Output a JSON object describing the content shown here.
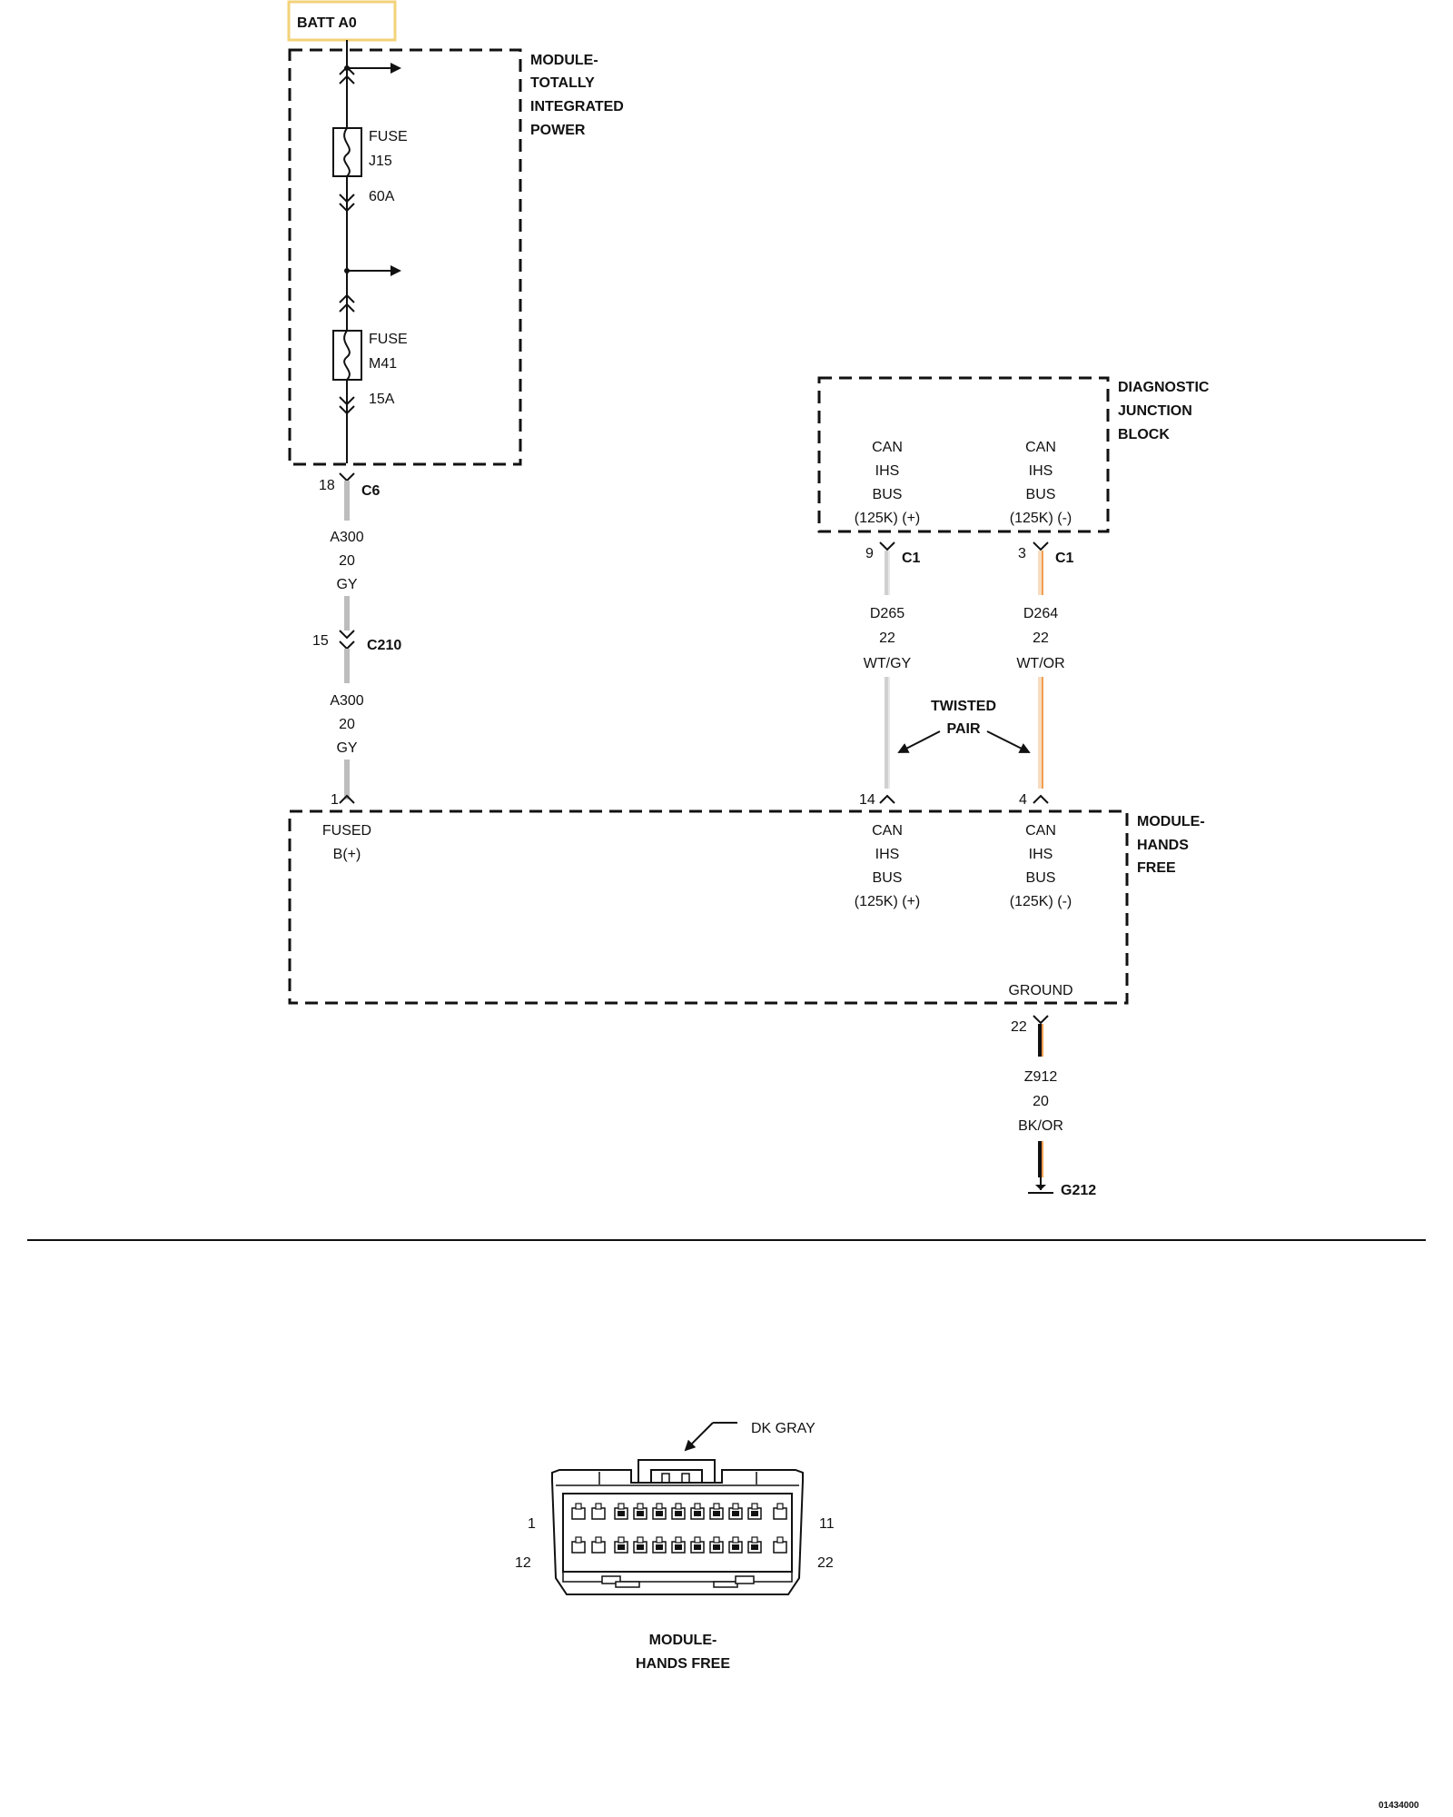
{
  "colors": {
    "ink": "#111111",
    "gray_wire": "#bdbdbd",
    "light_gray_wire": "#d0d0d0",
    "white_wire": "#ffffff",
    "orange_stripe": "#f0a050",
    "black_wire": "#111111",
    "batt_box_border": "#f3d27a"
  },
  "batt": {
    "label": "BATT A0"
  },
  "tipm": {
    "name_lines": [
      "MODULE-",
      "TOTALLY",
      "INTEGRATED",
      "POWER"
    ],
    "fuse_j15": {
      "lines": [
        "FUSE",
        "J15"
      ],
      "rating": "60A"
    },
    "fuse_m41": {
      "lines": [
        "FUSE",
        "M41"
      ],
      "rating": "15A"
    },
    "pin": "18",
    "connector": "C6"
  },
  "wire_a300_upper": {
    "lines": [
      "A300",
      "20",
      "GY"
    ]
  },
  "inline_connector": {
    "pin": "15",
    "name": "C210"
  },
  "wire_a300_lower": {
    "lines": [
      "A300",
      "20",
      "GY"
    ]
  },
  "djb": {
    "name_lines": [
      "DIAGNOSTIC",
      "JUNCTION",
      "BLOCK"
    ],
    "pos_lines": [
      "CAN",
      "IHS",
      "BUS",
      "(125K) (+)"
    ],
    "neg_lines": [
      "CAN",
      "IHS",
      "BUS",
      "(125K) (-)"
    ],
    "pos_pin": "9",
    "neg_pin": "3",
    "connector_pos": "C1",
    "connector_neg": "C1"
  },
  "wire_d265": {
    "lines": [
      "D265",
      "22",
      "WT/GY"
    ]
  },
  "wire_d264": {
    "lines": [
      "D264",
      "22",
      "WT/OR"
    ]
  },
  "twisted_pair": {
    "lines": [
      "TWISTED",
      "PAIR"
    ]
  },
  "hfm": {
    "name_lines": [
      "MODULE-",
      "HANDS",
      "FREE"
    ],
    "fused_lines": [
      "FUSED",
      "B(+)"
    ],
    "pos_lines": [
      "CAN",
      "IHS",
      "BUS",
      "(125K) (+)"
    ],
    "neg_lines": [
      "CAN",
      "IHS",
      "BUS",
      "(125K) (-)"
    ],
    "ground_label": "GROUND",
    "pin_fused": "1",
    "pin_pos": "14",
    "pin_neg": "4",
    "pin_ground": "22"
  },
  "wire_z912": {
    "lines": [
      "Z912",
      "20",
      "BK/OR"
    ]
  },
  "ground": {
    "name": "G212"
  },
  "connector_view": {
    "color_callout": "DK GRAY",
    "pin_labels": {
      "top_left": "1",
      "top_right": "11",
      "bottom_left": "12",
      "bottom_right": "22"
    },
    "caption_lines": [
      "MODULE-",
      "HANDS FREE"
    ]
  },
  "figure_id": "01434000"
}
